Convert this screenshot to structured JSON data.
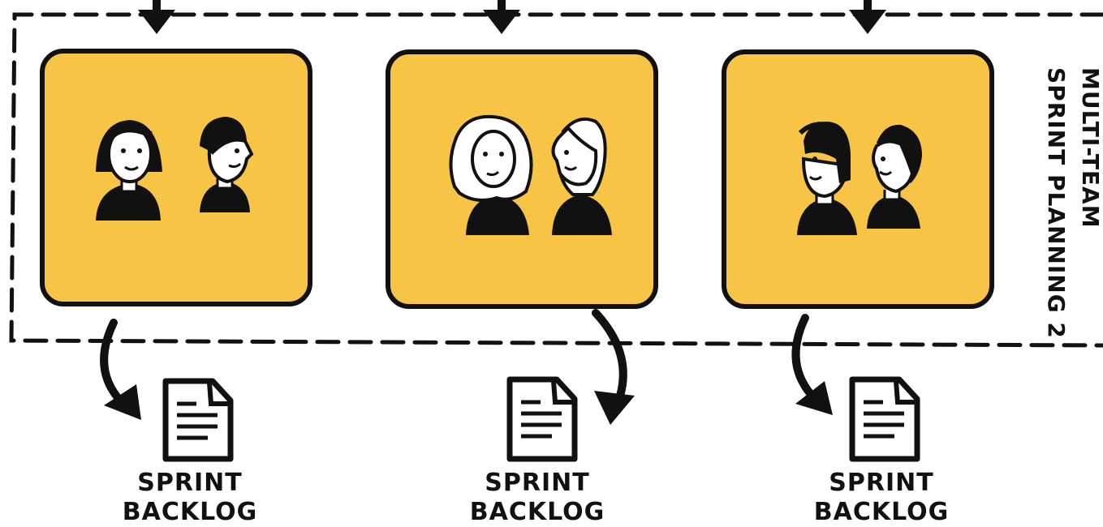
{
  "frame_label": {
    "line1": "MULTI-TEAM",
    "line2": "SPRINT PLANNING 2"
  },
  "teams": [
    {
      "backlog_label": "SPRINT BACKLOG",
      "members": [
        "person-woman-bob-icon",
        "person-man-dark-hair-icon"
      ]
    },
    {
      "backlog_label": "SPRINT BACKLOG",
      "members": [
        "person-woman-curly-hair-icon",
        "person-woman-light-hair-icon"
      ]
    },
    {
      "backlog_label": "SPRINT BACKLOG",
      "members": [
        "person-man-cap-icon",
        "person-man-dark-hair-icon"
      ]
    }
  ],
  "colors": {
    "team_box_fill": "#f8c445",
    "ink": "#111111",
    "background": "#ffffff"
  }
}
